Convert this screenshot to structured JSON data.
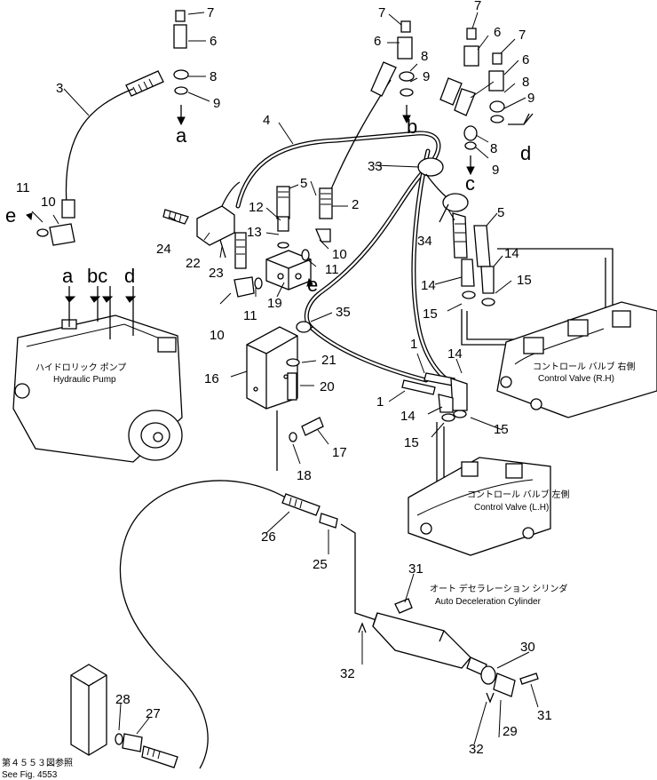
{
  "callouts": [
    "1",
    "2",
    "3",
    "4",
    "5",
    "6",
    "7",
    "8",
    "9",
    "10",
    "11",
    "12",
    "13",
    "14",
    "15",
    "16",
    "17",
    "18",
    "19",
    "20",
    "21",
    "22",
    "23",
    "24",
    "25",
    "26",
    "27",
    "28",
    "29",
    "30",
    "31",
    "32",
    "33",
    "34",
    "35"
  ],
  "port_letters": {
    "a": "a",
    "b": "b",
    "c": "c",
    "d": "d",
    "e": "e",
    "bc": "bc"
  },
  "captions": {
    "pump_jp": "ハイドロリック ポンプ",
    "pump_en": "Hydraulic Pump",
    "cv_rh_jp": "コントロール バルブ 右側",
    "cv_rh_en": "Control Valve (R.H)",
    "cv_lh_jp": "コントロール バルブ 左側",
    "cv_lh_en": "Control Valve (L.H)",
    "adc_jp": "オート デセラレーション シリンダ",
    "adc_en": "Auto Deceleration Cylinder",
    "fig_jp": "第４５５３図参照",
    "fig_en": "See Fig. 4553"
  }
}
